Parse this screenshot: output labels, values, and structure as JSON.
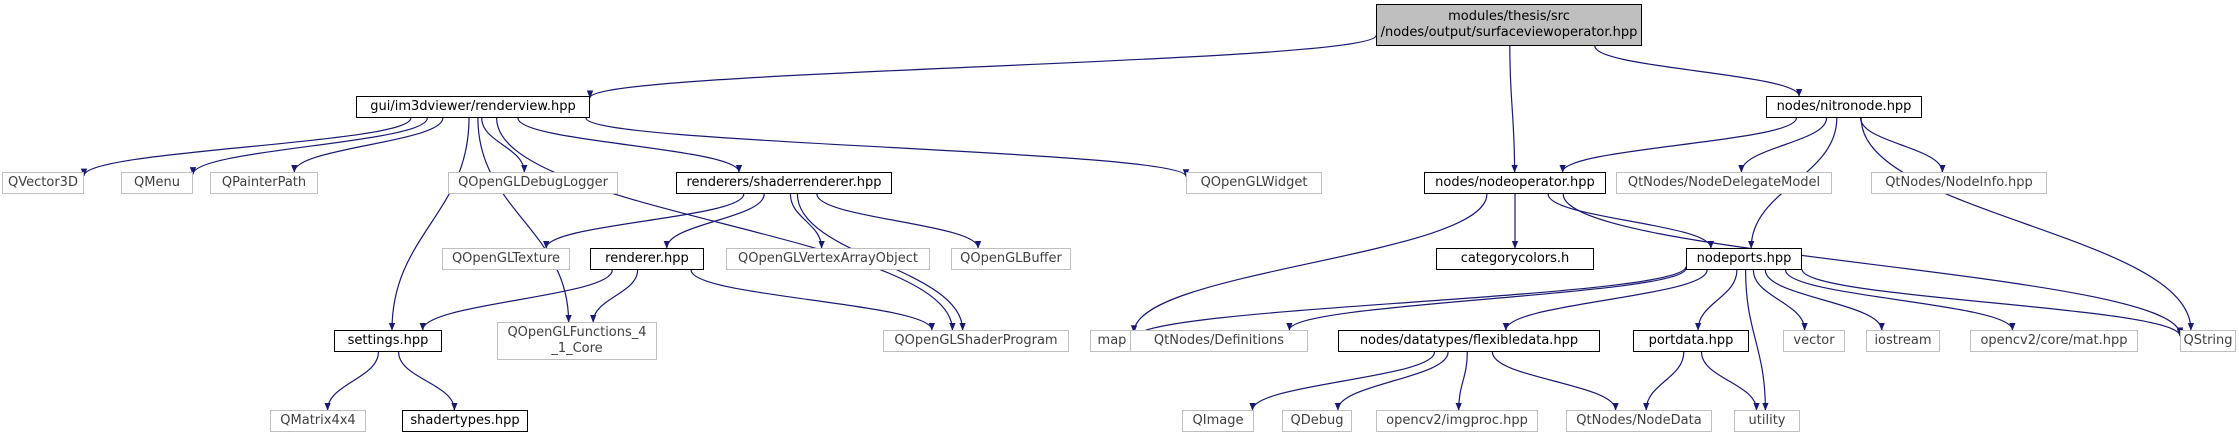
{
  "diagram": {
    "colors": {
      "edge": "#191970",
      "root_fill": "#bfbfbf",
      "doc_border": "#000000",
      "ext_border": "#bfbfbf"
    },
    "nodes": [
      {
        "id": "root",
        "label": "modules/thesis/src\n/nodes/output/surfaceviewoperator.hpp",
        "kind": "root"
      },
      {
        "id": "renderview",
        "label": "gui/im3dviewer/renderview.hpp",
        "kind": "doc"
      },
      {
        "id": "nitronode",
        "label": "nodes/nitronode.hpp",
        "kind": "doc"
      },
      {
        "id": "nodeoperator",
        "label": "nodes/nodeoperator.hpp",
        "kind": "doc"
      },
      {
        "id": "qvector3d",
        "label": "QVector3D",
        "kind": "ext"
      },
      {
        "id": "qmenu",
        "label": "QMenu",
        "kind": "ext"
      },
      {
        "id": "qpainterpath",
        "label": "QPainterPath",
        "kind": "ext"
      },
      {
        "id": "qopengldebuglogger",
        "label": "QOpenGLDebugLogger",
        "kind": "ext"
      },
      {
        "id": "shaderrenderer",
        "label": "renderers/shaderrenderer.hpp",
        "kind": "doc"
      },
      {
        "id": "qopenglwidget",
        "label": "QOpenGLWidget",
        "kind": "ext"
      },
      {
        "id": "qopengltexture",
        "label": "QOpenGLTexture",
        "kind": "ext"
      },
      {
        "id": "renderer",
        "label": "renderer.hpp",
        "kind": "doc"
      },
      {
        "id": "qopenglvao",
        "label": "QOpenGLVertexArrayObject",
        "kind": "ext"
      },
      {
        "id": "qopenglbuffer",
        "label": "QOpenGLBuffer",
        "kind": "ext"
      },
      {
        "id": "settings",
        "label": "settings.hpp",
        "kind": "doc"
      },
      {
        "id": "qopenglfunctions",
        "label": "QOpenGLFunctions_4\n_1_Core",
        "kind": "ext"
      },
      {
        "id": "qopenglshaderprogram",
        "label": "QOpenGLShaderProgram",
        "kind": "ext"
      },
      {
        "id": "qmatrix4x4",
        "label": "QMatrix4x4",
        "kind": "ext"
      },
      {
        "id": "shadertypes",
        "label": "shadertypes.hpp",
        "kind": "doc"
      },
      {
        "id": "qtnodedelegate",
        "label": "QtNodes/NodeDelegateModel",
        "kind": "ext"
      },
      {
        "id": "qtnodeinfo",
        "label": "QtNodes/NodeInfo.hpp",
        "kind": "ext"
      },
      {
        "id": "categorycolors",
        "label": "categorycolors.h",
        "kind": "doc"
      },
      {
        "id": "nodeports",
        "label": "nodeports.hpp",
        "kind": "doc"
      },
      {
        "id": "map",
        "label": "map",
        "kind": "ext"
      },
      {
        "id": "qtdefinitions",
        "label": "QtNodes/Definitions",
        "kind": "ext"
      },
      {
        "id": "flexibledata",
        "label": "nodes/datatypes/flexibledata.hpp",
        "kind": "doc"
      },
      {
        "id": "portdata",
        "label": "portdata.hpp",
        "kind": "doc"
      },
      {
        "id": "vector",
        "label": "vector",
        "kind": "ext"
      },
      {
        "id": "iostream",
        "label": "iostream",
        "kind": "ext"
      },
      {
        "id": "opencvmat",
        "label": "opencv2/core/mat.hpp",
        "kind": "ext"
      },
      {
        "id": "qstring",
        "label": "QString",
        "kind": "ext"
      },
      {
        "id": "qimage",
        "label": "QImage",
        "kind": "ext"
      },
      {
        "id": "qdebug",
        "label": "QDebug",
        "kind": "ext"
      },
      {
        "id": "opencvimgproc",
        "label": "opencv2/imgproc.hpp",
        "kind": "ext"
      },
      {
        "id": "qtnodedata",
        "label": "QtNodes/NodeData",
        "kind": "ext"
      },
      {
        "id": "utility",
        "label": "utility",
        "kind": "ext"
      }
    ],
    "edges": [
      [
        "root",
        "renderview"
      ],
      [
        "root",
        "nodeoperator"
      ],
      [
        "root",
        "nitronode"
      ],
      [
        "renderview",
        "qvector3d"
      ],
      [
        "renderview",
        "qmenu"
      ],
      [
        "renderview",
        "qpainterpath"
      ],
      [
        "renderview",
        "settings"
      ],
      [
        "renderview",
        "qopenglfunctions"
      ],
      [
        "renderview",
        "qopengldebuglogger"
      ],
      [
        "renderview",
        "shaderrenderer"
      ],
      [
        "renderview",
        "qopenglshaderprogram"
      ],
      [
        "renderview",
        "qopenglwidget"
      ],
      [
        "shaderrenderer",
        "qopengltexture"
      ],
      [
        "shaderrenderer",
        "renderer"
      ],
      [
        "shaderrenderer",
        "qopenglvao"
      ],
      [
        "shaderrenderer",
        "qopenglbuffer"
      ],
      [
        "shaderrenderer",
        "qopenglshaderprogram"
      ],
      [
        "renderer",
        "settings"
      ],
      [
        "renderer",
        "qopenglfunctions"
      ],
      [
        "renderer",
        "qopenglshaderprogram"
      ],
      [
        "settings",
        "qmatrix4x4"
      ],
      [
        "settings",
        "shadertypes"
      ],
      [
        "nitronode",
        "nodeoperator"
      ],
      [
        "nitronode",
        "qtnodedelegate"
      ],
      [
        "nitronode",
        "qtnodeinfo"
      ],
      [
        "nitronode",
        "nodeports"
      ],
      [
        "nitronode",
        "qstring"
      ],
      [
        "nodeoperator",
        "map"
      ],
      [
        "nodeoperator",
        "categorycolors"
      ],
      [
        "nodeoperator",
        "nodeports"
      ],
      [
        "nodeoperator",
        "qstring"
      ],
      [
        "nodeports",
        "map"
      ],
      [
        "nodeports",
        "qtdefinitions"
      ],
      [
        "nodeports",
        "flexibledata"
      ],
      [
        "nodeports",
        "portdata"
      ],
      [
        "nodeports",
        "utility"
      ],
      [
        "nodeports",
        "vector"
      ],
      [
        "nodeports",
        "iostream"
      ],
      [
        "nodeports",
        "opencvmat"
      ],
      [
        "nodeports",
        "qstring"
      ],
      [
        "flexibledata",
        "qimage"
      ],
      [
        "flexibledata",
        "qdebug"
      ],
      [
        "flexibledata",
        "opencvimgproc"
      ],
      [
        "flexibledata",
        "qtnodedata"
      ],
      [
        "portdata",
        "qtnodedata"
      ],
      [
        "portdata",
        "utility"
      ]
    ]
  }
}
